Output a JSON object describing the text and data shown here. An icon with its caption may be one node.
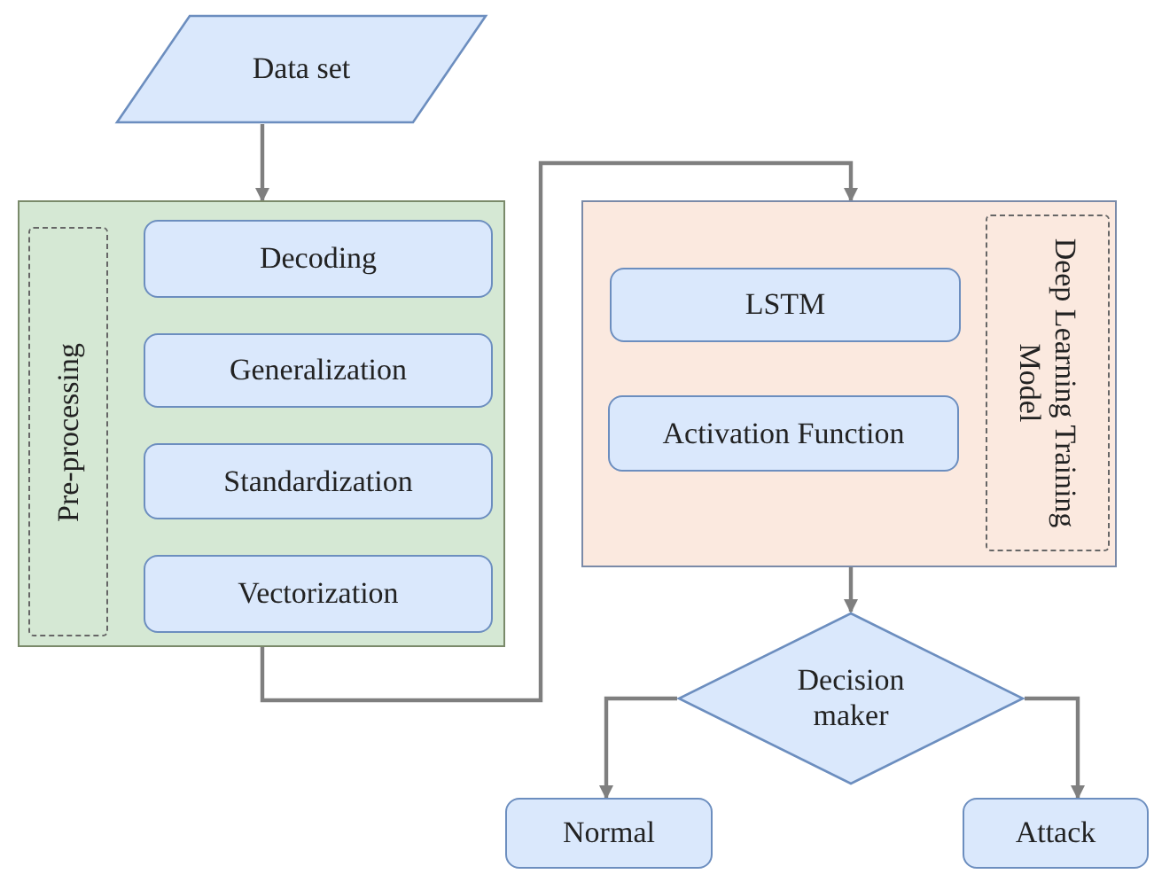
{
  "diagram": {
    "nodes": [
      {
        "text": [
          "Data set"
        ]
      },
      {
        "text": [
          "Pre-processing"
        ]
      },
      {
        "text": [
          "Decoding"
        ],
        "in": 1
      },
      {
        "text": [
          "Generalization"
        ],
        "in": 1
      },
      {
        "text": [
          "Standardization"
        ],
        "in": 1
      },
      {
        "text": [
          "Vectorization"
        ],
        "in": 1
      },
      {
        "text": [
          "Deep Learning Training Model"
        ]
      },
      {
        "text": [
          "LSTM"
        ],
        "in": 6
      },
      {
        "text": [
          "Activation Function"
        ],
        "in": 6
      },
      {
        "text": [
          "Decision maker"
        ]
      },
      {
        "text": [
          "Normal"
        ]
      },
      {
        "text": [
          "Attack"
        ]
      }
    ],
    "edges": [
      {
        "from": 0,
        "to": 1,
        "arrow": "to"
      },
      {
        "from": 1,
        "to": 6,
        "arrow": "to"
      },
      {
        "from": 6,
        "to": 9,
        "arrow": "to"
      },
      {
        "from": 9,
        "to": 10,
        "arrow": "to"
      },
      {
        "from": 9,
        "to": 11,
        "arrow": "to"
      }
    ]
  }
}
